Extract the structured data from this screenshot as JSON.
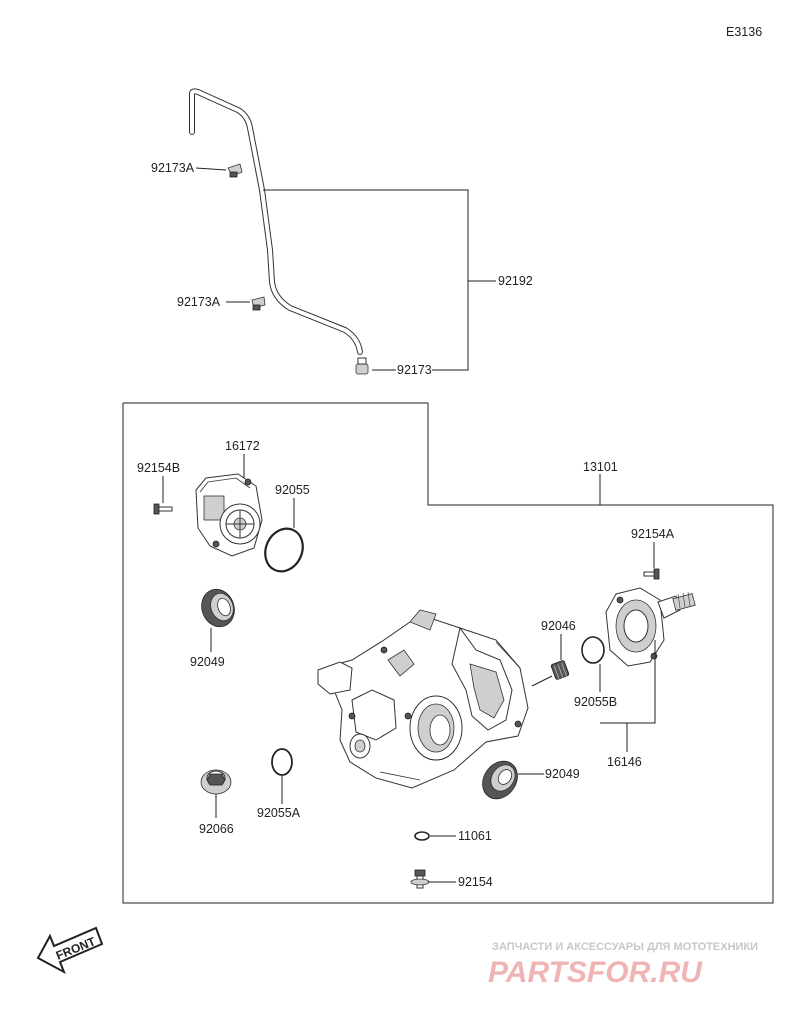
{
  "diagram_code": "E3136",
  "front_label": "FRONT",
  "watermark": {
    "tagline": "ЗАПЧАСТИ И АКСЕССУАРЫ ДЛЯ МОТОТЕХНИКИ",
    "logo": "PARTSFOR.RU"
  },
  "callouts": {
    "p92173A_top": "92173A",
    "p92173A_bottom": "92173A",
    "p92192": "92192",
    "p92173": "92173",
    "p13101": "13101",
    "p16172": "16172",
    "p92154B": "92154B",
    "p92055": "92055",
    "p92049_left": "92049",
    "p92046": "92046",
    "p92154A": "92154A",
    "p92055B": "92055B",
    "p16146": "16146",
    "p92049_right": "92049",
    "p92066": "92066",
    "p92055A": "92055A",
    "p11061": "11061",
    "p92154": "92154"
  }
}
